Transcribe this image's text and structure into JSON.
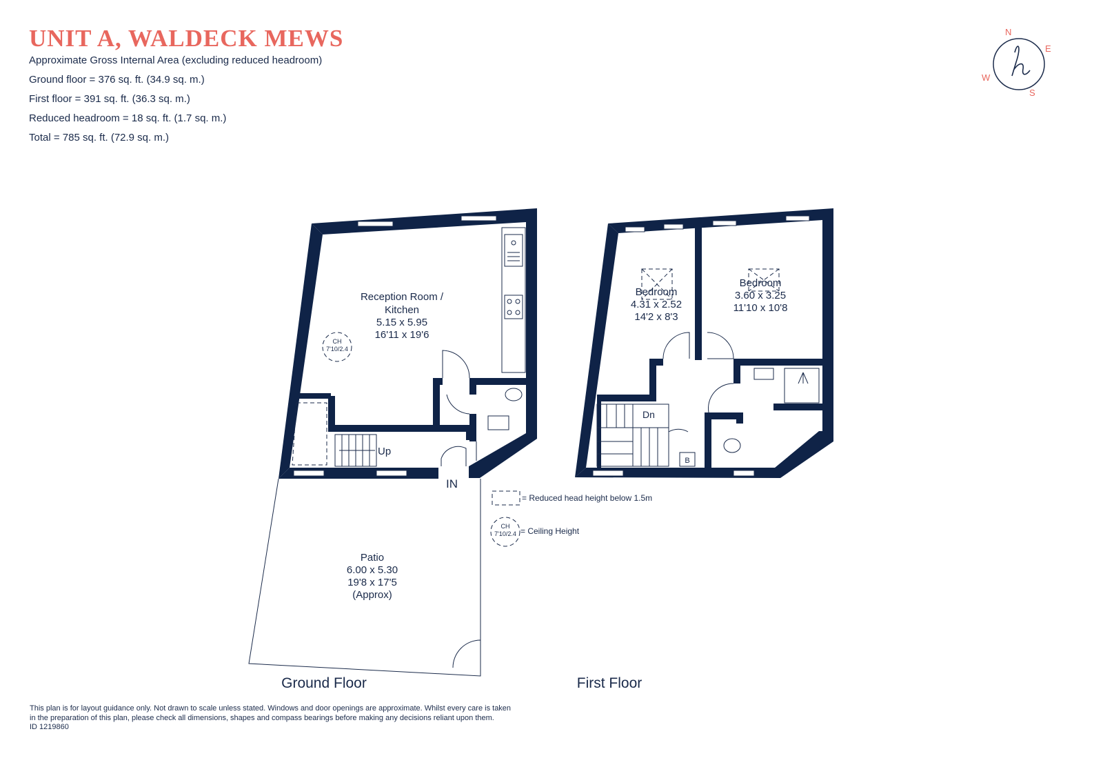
{
  "title": "UNIT A, WALDECK MEWS",
  "area": {
    "heading": "Approximate Gross Internal Area (excluding reduced headroom)",
    "ground": "Ground floor = 376 sq. ft. (34.9 sq. m.)",
    "first": "First floor  = 391 sq. ft. (36.3 sq. m.)",
    "reduced": "Reduced headroom = 18 sq. ft. (1.7 sq. m.)",
    "total": "Total =  785 sq. ft. (72.9 sq. m.)"
  },
  "compass": {
    "n": "N",
    "e": "E",
    "s": "S",
    "w": "W",
    "logo": "h"
  },
  "ground_floor": {
    "label": "Ground Floor",
    "reception": {
      "name1": "Reception Room /",
      "name2": "Kitchen",
      "metric": "5.15 x 5.95",
      "imperial": "16'11 x 19'6"
    },
    "ch": {
      "label": "CH",
      "value": "7'10/2.4"
    },
    "stairs": "Up",
    "entrance": "IN",
    "patio": {
      "name": "Patio",
      "metric": "6.00 x 5.30",
      "imperial": "19'8 x 17'5",
      "note": "(Approx)"
    }
  },
  "first_floor": {
    "label": "First Floor",
    "bedroom1": {
      "name": "Bedroom",
      "metric": "4.31 x 2.52",
      "imperial": "14'2 x 8'3"
    },
    "bedroom2": {
      "name": "Bedroom",
      "metric": "3.60 x 3.25",
      "imperial": "11'10 x 10'8"
    },
    "stairs": "Dn",
    "boiler": "B"
  },
  "legend": {
    "reduced": "= Reduced head height below 1.5m",
    "ch_label": "CH",
    "ch_value": "7'10/2.4",
    "ceiling": "= Ceiling Height"
  },
  "footer": {
    "line1": "This plan is for layout guidance only. Not drawn to scale unless stated. Windows and door openings are approximate. Whilst every care is taken",
    "line2": "in the preparation of this plan, please check all dimensions, shapes and compass bearings before making any decisions reliant upon them.",
    "id": "ID 1219860"
  },
  "colors": {
    "wall": "#0f2347",
    "accent": "#e8675e",
    "text": "#1a2a4a"
  }
}
